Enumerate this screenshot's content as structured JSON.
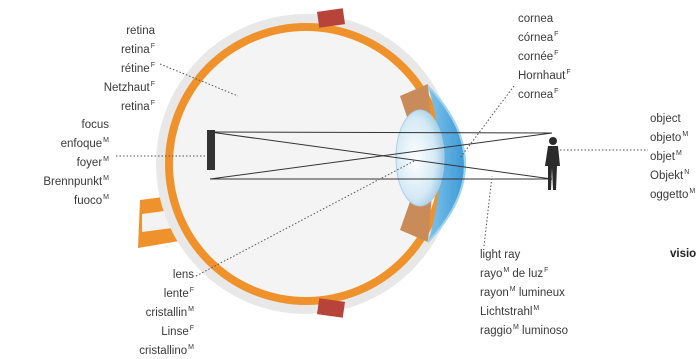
{
  "labels": {
    "retina": [
      {
        "text": "retina",
        "g": ""
      },
      {
        "text": "retina",
        "g": "F"
      },
      {
        "text": "rétine",
        "g": "F"
      },
      {
        "text": "Netzhaut",
        "g": "F"
      },
      {
        "text": "retina",
        "g": "F"
      }
    ],
    "focus": [
      {
        "text": "focus",
        "g": ""
      },
      {
        "text": "enfoque",
        "g": "M"
      },
      {
        "text": "foyer",
        "g": "M"
      },
      {
        "text": "Brennpunkt",
        "g": "M"
      },
      {
        "text": "fuoco",
        "g": "M"
      }
    ],
    "lens": [
      {
        "text": "lens",
        "g": ""
      },
      {
        "text": "lente",
        "g": "F"
      },
      {
        "text": "cristallin",
        "g": "M"
      },
      {
        "text": "Linse",
        "g": "F"
      },
      {
        "text": "cristallino",
        "g": "M"
      }
    ],
    "cornea": [
      {
        "text": "cornea",
        "g": ""
      },
      {
        "text": "córnea",
        "g": "F"
      },
      {
        "text": "cornée",
        "g": "F"
      },
      {
        "text": "Hornhaut",
        "g": "F"
      },
      {
        "text": "cornea",
        "g": "F"
      }
    ],
    "object": [
      {
        "text": "object",
        "g": ""
      },
      {
        "text": "objeto",
        "g": "M"
      },
      {
        "text": "objet",
        "g": "M"
      },
      {
        "text": "Objekt",
        "g": "N"
      },
      {
        "text": "oggetto",
        "g": "M"
      }
    ],
    "light_ray": [
      {
        "text": "light ray",
        "g": ""
      },
      {
        "text": "rayo",
        "g": "M",
        "suffix": " de luz",
        "g2": "F"
      },
      {
        "text": "rayon",
        "g": "M",
        "suffix": " lumineux",
        "g2": ""
      },
      {
        "text": "Lichtstrahl",
        "g": "M"
      },
      {
        "text": "raggio",
        "g": "M",
        "suffix": " luminoso",
        "g2": ""
      }
    ]
  },
  "edge_text": "visio",
  "colors": {
    "sclera_orange": "#f0922b",
    "eyeball_grey": "#e7e7e7",
    "cornea_blue": "#5aaee0",
    "lens_blue": "#cfe6f3",
    "muscle_red": "#b8433a",
    "line": "#333333"
  }
}
